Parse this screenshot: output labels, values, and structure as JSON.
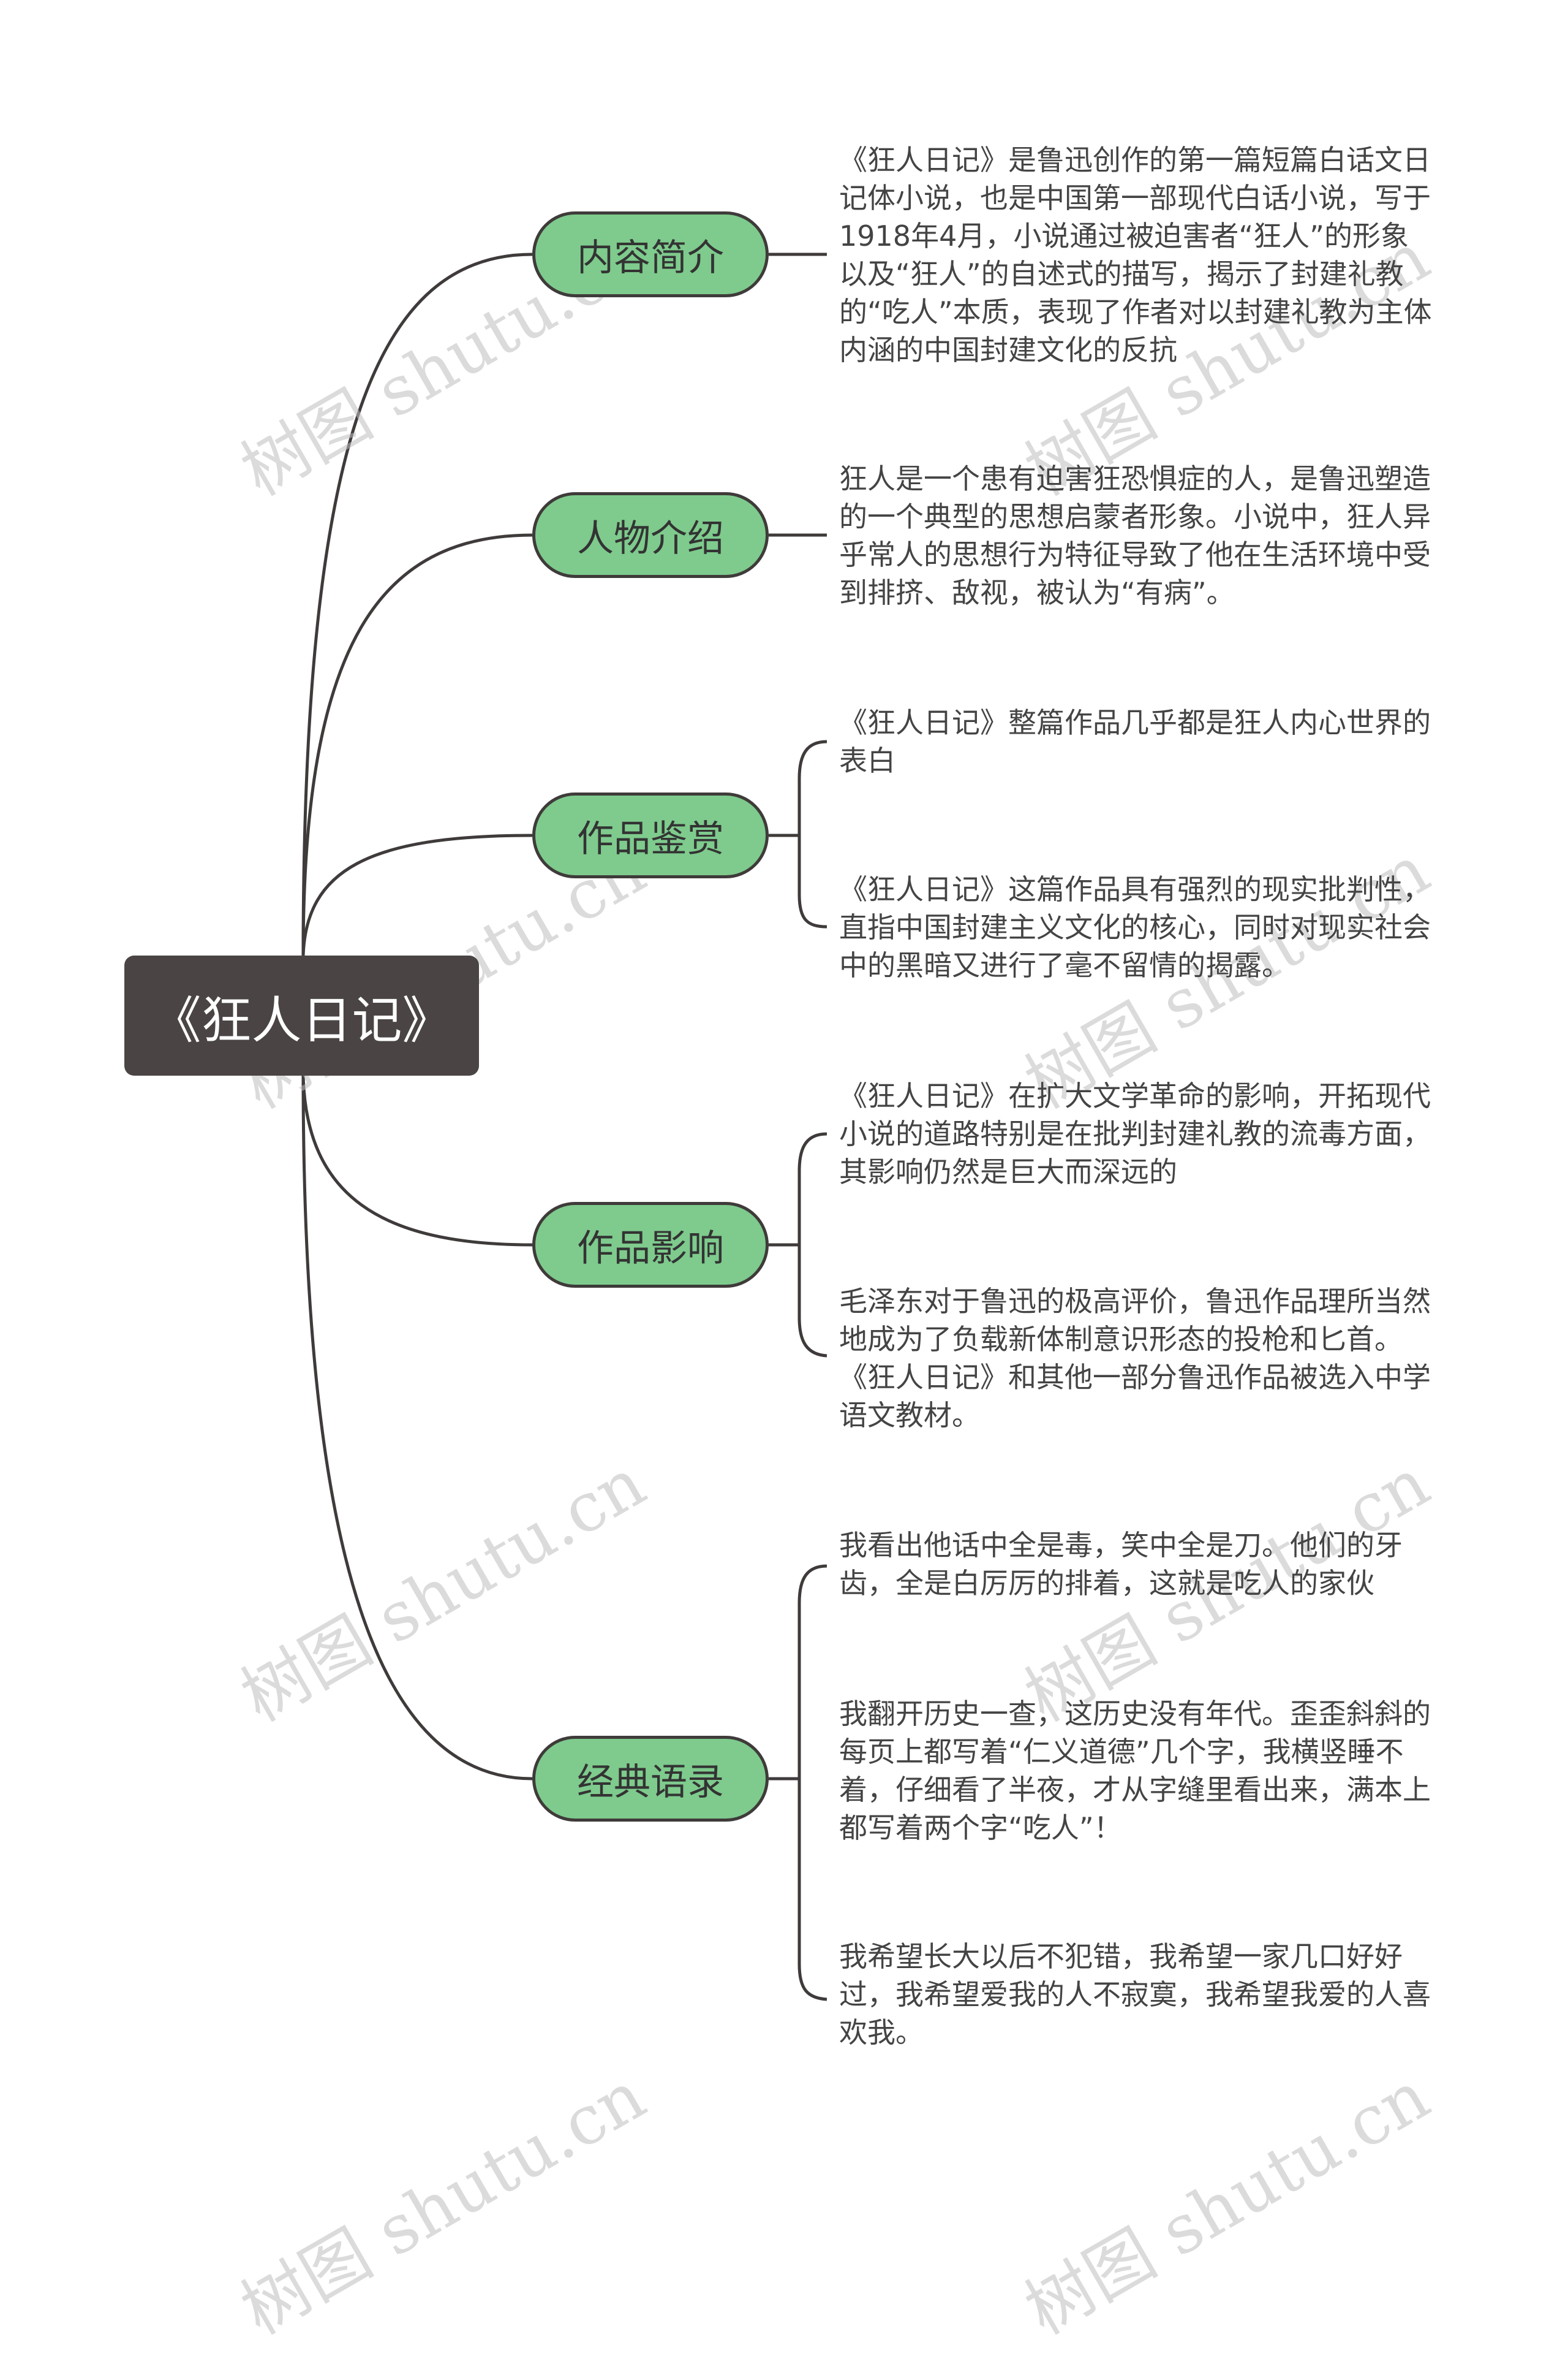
{
  "root": {
    "label": "《狂人日记》"
  },
  "branches": [
    {
      "label": "内容简介",
      "items": [
        "《狂人日记》是鲁迅创作的第一篇短篇白话文日记体小说，也是中国第一部现代白话小说，写于1918年4月，小说通过被迫害者“狂人”的形象以及“狂人”的自述式的描写，揭示了封建礼教的“吃人”本质，表现了作者对以封建礼教为主体内涵的中国封建文化的反抗"
      ]
    },
    {
      "label": "人物介绍",
      "items": [
        "狂人是一个患有迫害狂恐惧症的人，是鲁迅塑造的一个典型的思想启蒙者形象。小说中，狂人异乎常人的思想行为特征导致了他在生活环境中受到排挤、敌视，被认为“有病”。"
      ]
    },
    {
      "label": "作品鉴赏",
      "items": [
        "《狂人日记》整篇作品几乎都是狂人内心世界的表白",
        "《狂人日记》这篇作品具有强烈的现实批判性，直指中国封建主义文化的核心，同时对现实社会中的黑暗又进行了毫不留情的揭露。"
      ]
    },
    {
      "label": "作品影响",
      "items": [
        "《狂人日记》在扩大文学革命的影响，开拓现代小说的道路特别是在批判封建礼教的流毒方面，其影响仍然是巨大而深远的",
        "毛泽东对于鲁迅的极高评价，鲁迅作品理所当然地成为了负载新体制意识形态的投枪和匕首。《狂人日记》和其他一部分鲁迅作品被选入中学语文教材。"
      ]
    },
    {
      "label": "经典语录",
      "items": [
        "我看出他话中全是毒，笑中全是刀。他们的牙齿，全是白厉厉的排着，这就是吃人的家伙",
        "我翻开历史一查，这历史没有年代。歪歪斜斜的每页上都写着“仁义道德”几个字，我横竖睡不着，仔细看了半夜，才从字缝里看出来，满本上都写着两个字“吃人”！",
        "我希望长大以后不犯错，我希望一家几口好好过，我希望爱我的人不寂寞，我希望我爱的人喜欢我。"
      ]
    }
  ],
  "watermark": "树图 shutu.cn",
  "colors": {
    "root": "#4a4544",
    "node": "#7ecb8d",
    "line": "#3f3b3a"
  }
}
